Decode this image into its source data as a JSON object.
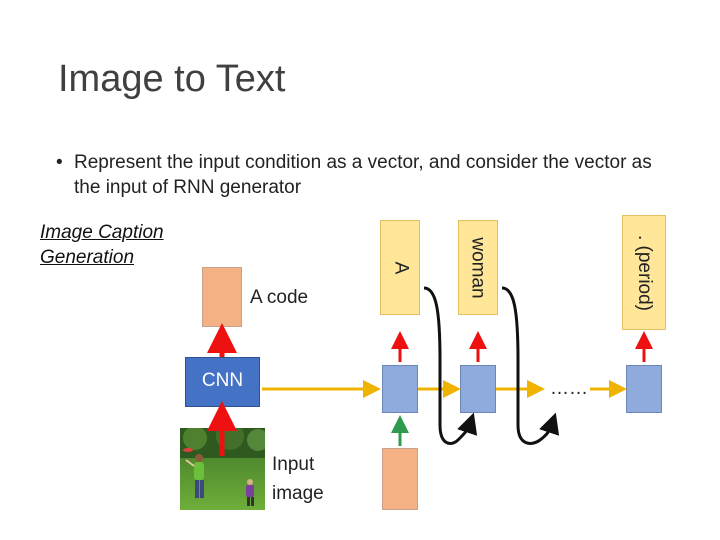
{
  "slide": {
    "title": "Image to Text",
    "bullet_symbol": "•",
    "bullet_text": "Represent the input condition as a vector, and consider the vector as the input of RNN generator",
    "caption_title_line1": "Image Caption",
    "caption_title_line2": "Generation"
  },
  "diagram": {
    "code_label": "A code",
    "cnn_label": "CNN",
    "input_label_line1": "Input",
    "input_label_line2": "image",
    "output_words": [
      "A",
      "woman",
      ". (period)"
    ],
    "ellipsis": "……"
  },
  "colors": {
    "red_arrow": "#ee1111",
    "green_arrow": "#2e9b4e",
    "yellow_arrow": "#f0b400",
    "pink_box": "#f4b183",
    "blue_box": "#8faadc",
    "cnn_box": "#4472c4",
    "word_box": "#ffe699"
  }
}
